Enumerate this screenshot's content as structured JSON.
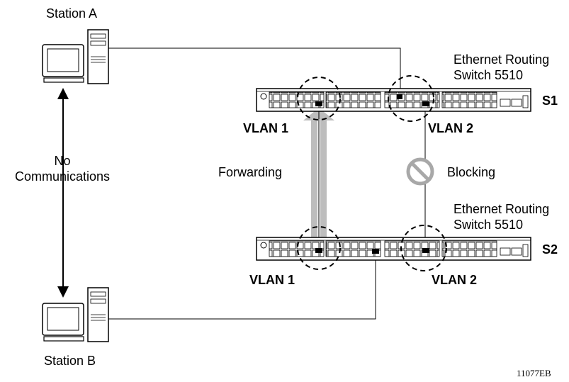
{
  "stations": {
    "a": {
      "label": "Station A"
    },
    "b": {
      "label": "Station B"
    }
  },
  "note": {
    "line1": "No",
    "line2": "Communications"
  },
  "switches": {
    "s1": {
      "name_line1": "Ethernet Routing",
      "name_line2": "Switch 5510",
      "id": "S1"
    },
    "s2": {
      "name_line1": "Ethernet Routing",
      "name_line2": "Switch 5510",
      "id": "S2"
    }
  },
  "vlans": {
    "s1_left": "VLAN 1",
    "s1_right": "VLAN 2",
    "s2_left": "VLAN 1",
    "s2_right": "VLAN 2"
  },
  "links": {
    "forwarding": "Forwarding",
    "blocking": "Blocking"
  },
  "figure_id": "11077EB"
}
